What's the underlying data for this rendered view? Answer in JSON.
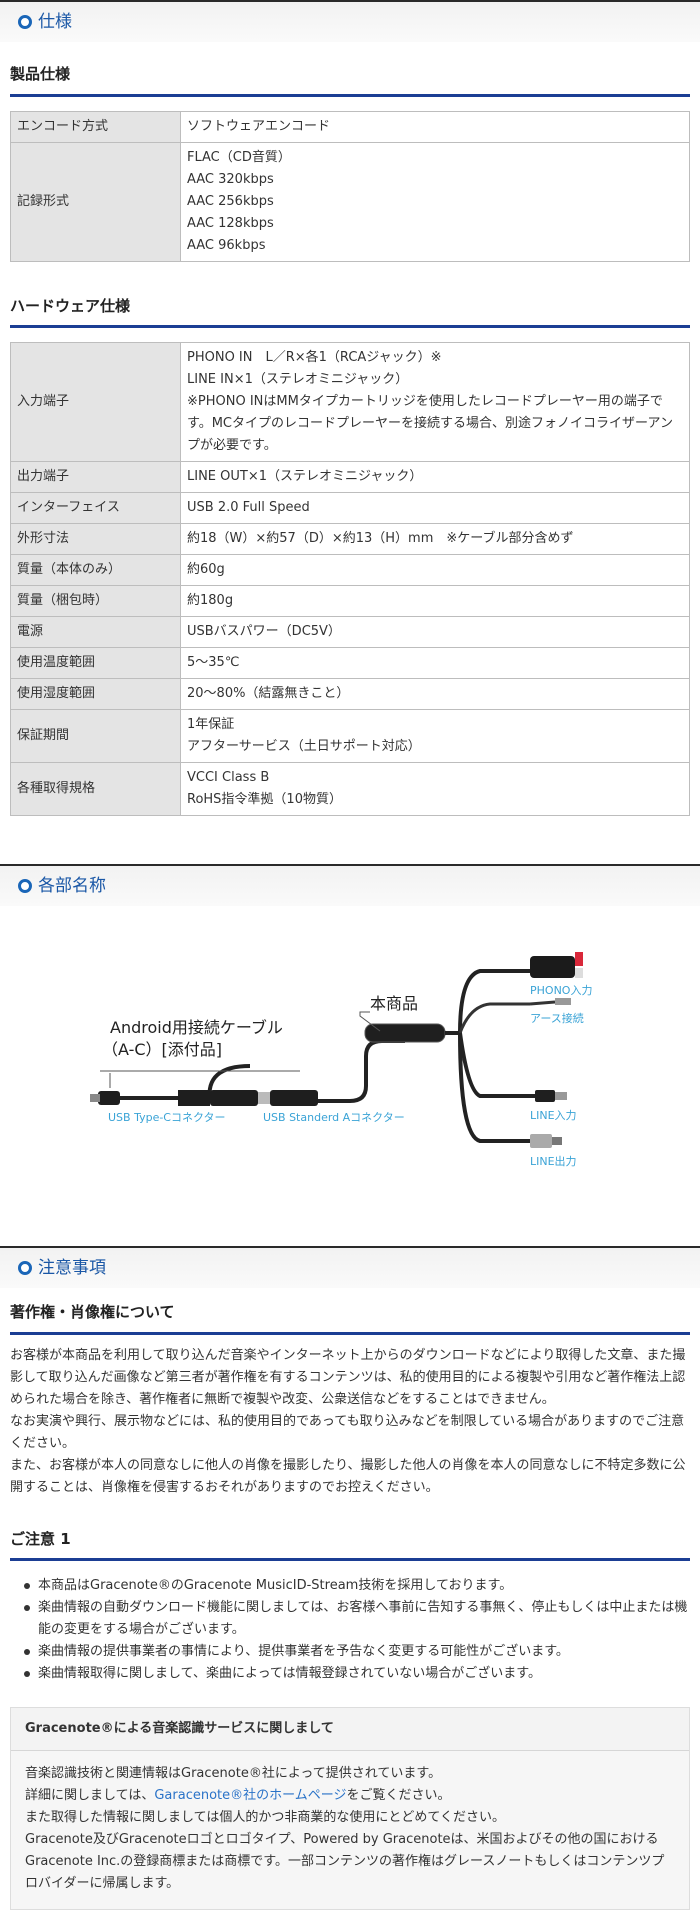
{
  "spec_section": {
    "title": "仕様",
    "product_spec": {
      "heading": "製品仕様",
      "rows": [
        {
          "label": "エンコード方式",
          "values": [
            "ソフトウェアエンコード"
          ]
        },
        {
          "label": "記録形式",
          "values": [
            "FLAC（CD音質）",
            "AAC 320kbps",
            "AAC 256kbps",
            "AAC 128kbps",
            "AAC 96kbps"
          ]
        }
      ]
    },
    "hardware_spec": {
      "heading": "ハードウェア仕様",
      "rows": [
        {
          "label": "入力端子",
          "values": [
            "PHONO IN　L／R×各1（RCAジャック）※",
            "LINE IN×1（ステレオミニジャック）",
            "※PHONO INはMMタイプカートリッジを使用したレコードプレーヤー用の端子です。MCタイプのレコードプレーヤーを接続する場合、別途フォノイコライザーアンプが必要です。"
          ]
        },
        {
          "label": "出力端子",
          "values": [
            "LINE OUT×1（ステレオミニジャック）"
          ]
        },
        {
          "label": "インターフェイス",
          "values": [
            "USB 2.0 Full Speed"
          ]
        },
        {
          "label": "外形寸法",
          "values": [
            "約18（W）×約57（D）×約13（H）mm　※ケーブル部分含めず"
          ]
        },
        {
          "label": "質量（本体のみ）",
          "values": [
            "約60g"
          ]
        },
        {
          "label": "質量（梱包時）",
          "values": [
            "約180g"
          ]
        },
        {
          "label": "電源",
          "values": [
            "USBバスパワー（DC5V）"
          ]
        },
        {
          "label": "使用温度範囲",
          "values": [
            "5～35℃"
          ]
        },
        {
          "label": "使用湿度範囲",
          "values": [
            "20～80%（結露無きこと）"
          ]
        },
        {
          "label": "保証期間",
          "values": [
            "1年保証",
            "アフターサービス（土日サポート対応）"
          ]
        },
        {
          "label": "各種取得規格",
          "values": [
            "VCCI Class B",
            "RoHS指令準拠（10物質）"
          ]
        }
      ]
    }
  },
  "parts_section": {
    "title": "各部名称",
    "diagram": {
      "cable_title_line1": "Android用接続ケーブル",
      "cable_title_line2": "（A-C）[添付品]",
      "product_label": "本商品",
      "usb_c_label": "USB Type-Cコネクター",
      "usb_a_label": "USB Standerd Aコネクター",
      "phono_label": "PHONO入力",
      "earth_label": "アース接続",
      "line_in_label": "LINE入力",
      "line_out_label": "LINE出力"
    }
  },
  "notes_section": {
    "title": "注意事項",
    "copyright": {
      "heading": "著作権・肖像権について",
      "paragraphs": [
        "お客様が本商品を利用して取り込んだ音楽やインターネット上からのダウンロードなどにより取得した文章、また撮影して取り込んだ画像など第三者が著作権を有するコンテンツは、私的使用目的による複製や引用など著作権法上認められた場合を除き、著作権者に無断で複製や改変、公衆送信などをすることはできません。",
        "なお実演や興行、展示物などには、私的使用目的であっても取り込みなどを制限している場合がありますのでご注意ください。",
        "また、お客様が本人の同意なしに他人の肖像を撮影したり、撮影した他人の肖像を本人の同意なしに不特定多数に公開することは、肖像権を侵害するおそれがありますのでお控えください。"
      ]
    },
    "caution1": {
      "heading": "ご注意 1",
      "items": [
        "本商品はGracenote®のGracenote MusicID-Stream技術を採用しております。",
        "楽曲情報の自動ダウンロード機能に関しましては、お客様へ事前に告知する事無く、停止もしくは中止または機能の変更をする場合がございます。",
        "楽曲情報の提供事業者の事情により、提供事業者を予告なく変更する可能性がございます。",
        "楽曲情報取得に関しまして、楽曲によっては情報登録されていない場合がございます。"
      ]
    },
    "gracenote_box": {
      "title": "Gracenote®による音楽認識サービスに関しまして",
      "line1": "音楽認識技術と関連情報はGracenote®社によって提供されています。",
      "line2_prefix": "詳細に関しましては、",
      "line2_link": "Garacenote®社のホームページ",
      "line2_suffix": "をご覧ください。",
      "line3": "また取得した情報に関しましては個人的かつ非商業的な使用にとどめてください。",
      "line4": "Gracenote及びGracenoteロゴとロゴタイプ、Powered by Gracenoteは、米国およびその他の国におけるGracenote Inc.の登録商標または商標です。一部コンテンツの著作権はグレースノートもしくはコンテンツプロバイダーに帰属します。"
    }
  },
  "colors": {
    "accent_blue": "#1a57a6",
    "heading_rule": "#1b3e94",
    "label_cyan": "#3aa3d6",
    "phono_red": "#d9283a"
  }
}
